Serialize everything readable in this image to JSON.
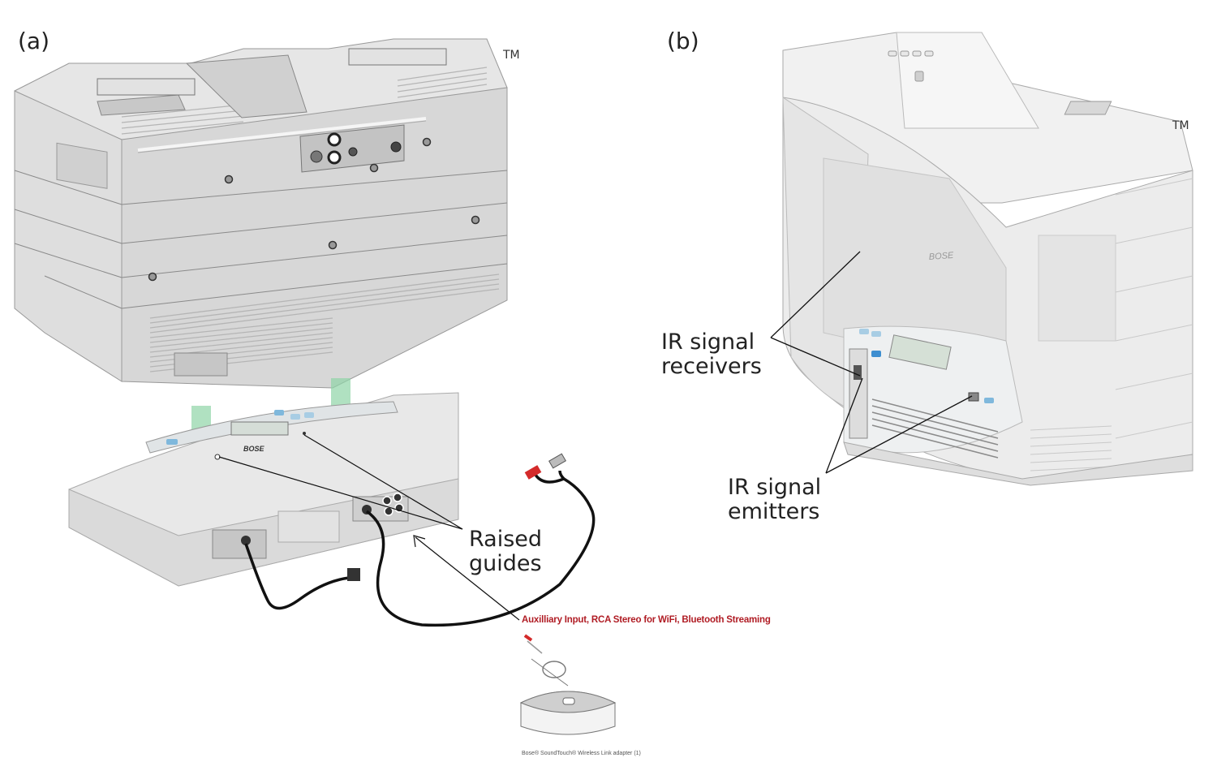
{
  "panels": [
    {
      "id": "a",
      "label": "(a)",
      "trademark": "TM",
      "callouts": {
        "raised_guides": [
          "Raised",
          "guides"
        ]
      },
      "annotation": "Auxilliary Input, RCA   Stereo for WiFi, Bluetooth Streaming",
      "adapter_caption": "Bose® SoundTouch® Wireless Link adapter (1)",
      "colors": {
        "arrow_green": "#2fb36a",
        "annotation_red": "#b01c24",
        "rca_red": "#d42a2a",
        "device_gray": "#d9d9d9",
        "button_blue": "#7fb8dc"
      }
    },
    {
      "id": "b",
      "label": "(b)",
      "trademark": "TM",
      "callouts": {
        "receivers": [
          "IR signal",
          "receivers"
        ],
        "emitters": [
          "IR signal",
          "emitters"
        ]
      },
      "colors": {
        "device_white": "#f1f2f3",
        "display_green": "#d5e0d6",
        "button_blue": "#7fb8dc"
      }
    }
  ]
}
